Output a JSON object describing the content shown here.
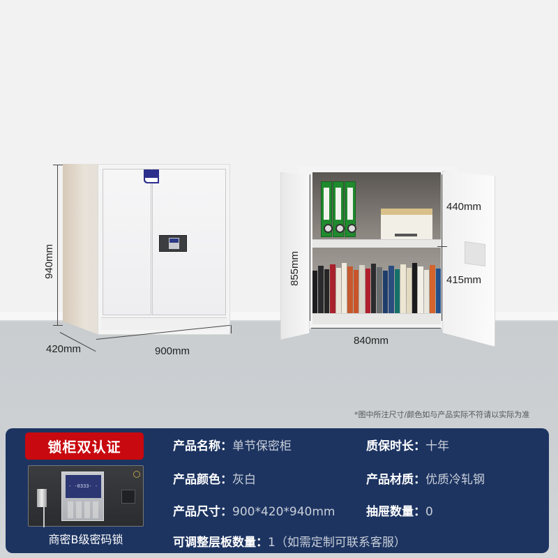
{
  "scene": {
    "wall_color": "#f2f2f2",
    "floor_color": "#cbcfd2"
  },
  "closed_cabinet": {
    "dimensions": {
      "height": "940mm",
      "depth": "420mm",
      "width": "900mm"
    }
  },
  "open_cabinet": {
    "dimensions": {
      "inner_height": "855mm",
      "upper_compartment": "440mm",
      "lower_compartment": "415mm",
      "inner_width": "840mm"
    },
    "book_colors": [
      "#1d1d1f",
      "#2a2a2c",
      "#262626",
      "#a8222c",
      "#e9e4d6",
      "#f0ebde",
      "#c65a2e",
      "#c9542a",
      "#d8d4c8",
      "#b11f2d",
      "#2b2b2e",
      "#6a6d70",
      "#1f3d6b",
      "#2a4c7e",
      "#16706a",
      "#ece6d2",
      "#e2dbc2",
      "#1b1b1d",
      "#f2efe6",
      "#e9e6dc",
      "#d4642c",
      "#24508a"
    ]
  },
  "disclaimer": "*图中所注尺寸/颜色如与产品实际不符请以实际为准",
  "info_panel": {
    "bg_color": "#1d3461",
    "badge": {
      "label": "锁柜双认证",
      "color": "#c8090f"
    },
    "lock_caption": "商密B级密码锁",
    "specs": {
      "name": {
        "key": "产品名称：",
        "value": "单节保密柜"
      },
      "warranty": {
        "key": "质保时长：",
        "value": "十年"
      },
      "color": {
        "key": "产品颜色：",
        "value": "灰白"
      },
      "material": {
        "key": "产品材质：",
        "value": "优质冷轧钢"
      },
      "size": {
        "key": "产品尺寸：",
        "value": "900*420*940mm"
      },
      "drawers": {
        "key": "抽屉数量：",
        "value": "0"
      },
      "shelves": {
        "key": "可调整层板数量：",
        "value": "1（如需定制可联系客服）"
      }
    }
  }
}
